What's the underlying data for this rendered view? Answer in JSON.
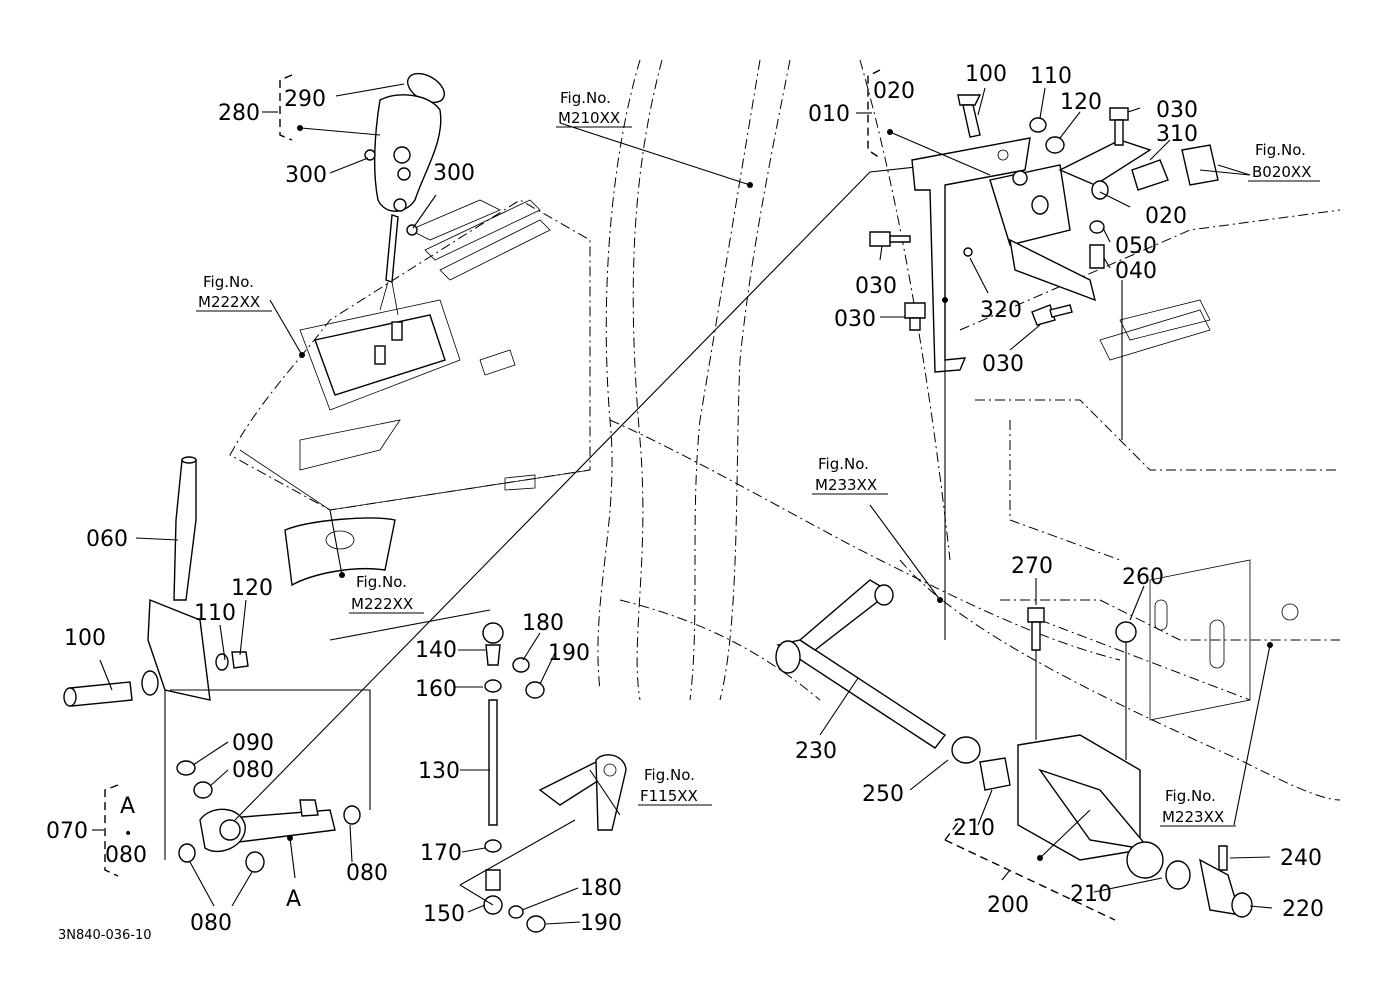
{
  "callouts": {
    "c290": "290",
    "c280": "280",
    "c300a": "300",
    "c300b": "300",
    "c060": "060",
    "c120a": "120",
    "c110a": "110",
    "c100a": "100",
    "c090": "090",
    "c080a": "080",
    "c070": "070",
    "c080b": "080",
    "c080c": "080",
    "c080d": "080",
    "cA1": "A",
    "cA2": "A",
    "cDot": "•",
    "c140": "140",
    "c180a": "180",
    "c190a": "190",
    "c160": "160",
    "c130": "130",
    "c170": "170",
    "c150": "150",
    "c180b": "180",
    "c190b": "190",
    "c010": "010",
    "c020a": "020",
    "c100b": "100",
    "c110b": "110",
    "c120b": "120",
    "c030a": "030",
    "c310": "310",
    "c020b": "020",
    "c050": "050",
    "c040": "040",
    "c030b": "030",
    "c030c": "030",
    "c320": "320",
    "c030d": "030",
    "c270": "270",
    "c260": "260",
    "c230": "230",
    "c250": "250",
    "c210a": "210",
    "c200": "200",
    "c210b": "210",
    "c240": "240",
    "c220": "220"
  },
  "references": {
    "fig_label": "Fig.No.",
    "m210": "M210XX",
    "m222a": "M222XX",
    "m222b": "M222XX",
    "b020": "B020XX",
    "m233": "M233XX",
    "f115": "F115XX",
    "m223": "M223XX"
  },
  "diagram_code": "3N840-036-10"
}
